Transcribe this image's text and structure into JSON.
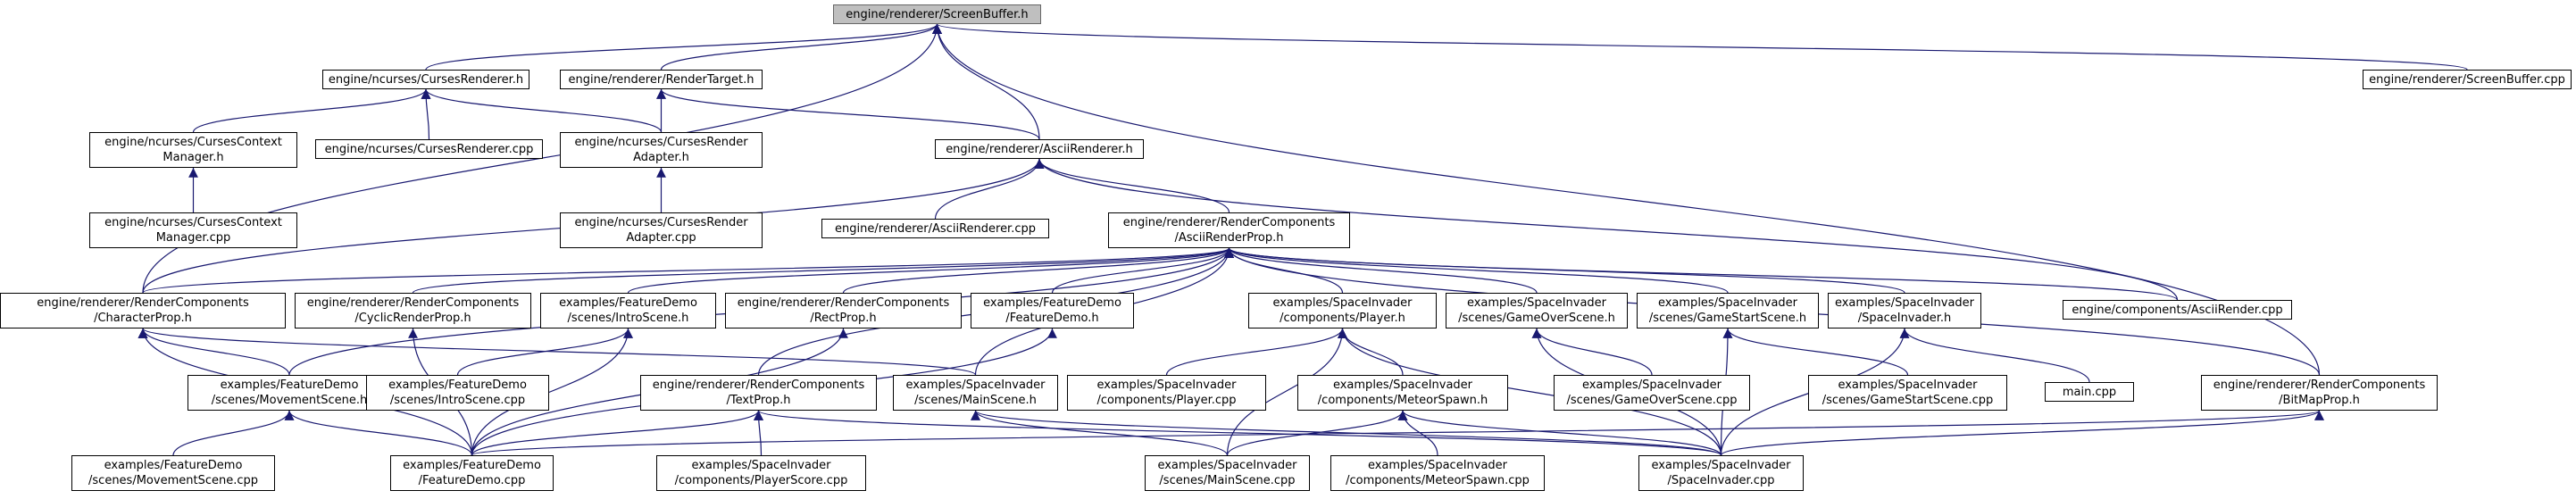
{
  "colors": {
    "edge": "#191970",
    "root_fill": "#bfbfbf",
    "border": "#000000"
  },
  "nodes": [
    {
      "id": "root",
      "lines": [
        "engine/renderer/ScreenBuffer.h"
      ]
    },
    {
      "id": "cursesRenderer",
      "lines": [
        "engine/ncurses/CursesRenderer.h"
      ]
    },
    {
      "id": "renderTarget",
      "lines": [
        "engine/renderer/RenderTarget.h"
      ]
    },
    {
      "id": "screenBufferCpp",
      "lines": [
        "engine/renderer/ScreenBuffer.cpp"
      ]
    },
    {
      "id": "cursesCtxMgr",
      "lines": [
        "engine/ncurses/CursesContext",
        "Manager.h"
      ]
    },
    {
      "id": "cursesRendererCpp",
      "lines": [
        "engine/ncurses/CursesRenderer.cpp"
      ]
    },
    {
      "id": "cursesRenderAdapter",
      "lines": [
        "engine/ncurses/CursesRender",
        "Adapter.h"
      ]
    },
    {
      "id": "asciiRenderer",
      "lines": [
        "engine/renderer/AsciiRenderer.h"
      ]
    },
    {
      "id": "cursesCtxMgrCpp",
      "lines": [
        "engine/ncurses/CursesContext",
        "Manager.cpp"
      ]
    },
    {
      "id": "cursesRenderAdapterCpp",
      "lines": [
        "engine/ncurses/CursesRender",
        "Adapter.cpp"
      ]
    },
    {
      "id": "asciiRendererCpp",
      "lines": [
        "engine/renderer/AsciiRenderer.cpp"
      ]
    },
    {
      "id": "asciiRenderProp",
      "lines": [
        "engine/renderer/RenderComponents",
        "/AsciiRenderProp.h"
      ]
    },
    {
      "id": "characterProp",
      "lines": [
        "engine/renderer/RenderComponents",
        "/CharacterProp.h"
      ]
    },
    {
      "id": "cyclicRenderProp",
      "lines": [
        "engine/renderer/RenderComponents",
        "/CyclicRenderProp.h"
      ]
    },
    {
      "id": "introSceneH",
      "lines": [
        "examples/FeatureDemo",
        "/scenes/IntroScene.h"
      ]
    },
    {
      "id": "rectProp",
      "lines": [
        "engine/renderer/RenderComponents",
        "/RectProp.h"
      ]
    },
    {
      "id": "featureDemoH",
      "lines": [
        "examples/FeatureDemo",
        "/FeatureDemo.h"
      ]
    },
    {
      "id": "playerH",
      "lines": [
        "examples/SpaceInvader",
        "/components/Player.h"
      ]
    },
    {
      "id": "gameOverSceneH",
      "lines": [
        "examples/SpaceInvader",
        "/scenes/GameOverScene.h"
      ]
    },
    {
      "id": "gameStartSceneH",
      "lines": [
        "examples/SpaceInvader",
        "/scenes/GameStartScene.h"
      ]
    },
    {
      "id": "spaceInvaderH",
      "lines": [
        "examples/SpaceInvader",
        "/SpaceInvader.h"
      ]
    },
    {
      "id": "asciiRenderCpp",
      "lines": [
        "engine/components/AsciiRender.cpp"
      ]
    },
    {
      "id": "movementSceneH",
      "lines": [
        "examples/FeatureDemo",
        "/scenes/MovementScene.h"
      ]
    },
    {
      "id": "introSceneCpp",
      "lines": [
        "examples/FeatureDemo",
        "/scenes/IntroScene.cpp"
      ]
    },
    {
      "id": "textProp",
      "lines": [
        "engine/renderer/RenderComponents",
        "/TextProp.h"
      ]
    },
    {
      "id": "mainSceneH",
      "lines": [
        "examples/SpaceInvader",
        "/scenes/MainScene.h"
      ]
    },
    {
      "id": "playerCpp",
      "lines": [
        "examples/SpaceInvader",
        "/components/Player.cpp"
      ]
    },
    {
      "id": "meteorSpawnH",
      "lines": [
        "examples/SpaceInvader",
        "/components/MeteorSpawn.h"
      ]
    },
    {
      "id": "gameOverSceneCpp",
      "lines": [
        "examples/SpaceInvader",
        "/scenes/GameOverScene.cpp"
      ]
    },
    {
      "id": "gameStartSceneCpp",
      "lines": [
        "examples/SpaceInvader",
        "/scenes/GameStartScene.cpp"
      ]
    },
    {
      "id": "mainCpp",
      "lines": [
        "main.cpp"
      ]
    },
    {
      "id": "bitMapProp",
      "lines": [
        "engine/renderer/RenderComponents",
        "/BitMapProp.h"
      ]
    },
    {
      "id": "movementSceneCpp",
      "lines": [
        "examples/FeatureDemo",
        "/scenes/MovementScene.cpp"
      ]
    },
    {
      "id": "featureDemoCpp",
      "lines": [
        "examples/FeatureDemo",
        "/FeatureDemo.cpp"
      ]
    },
    {
      "id": "playerScoreCpp",
      "lines": [
        "examples/SpaceInvader",
        "/components/PlayerScore.cpp"
      ]
    },
    {
      "id": "mainSceneCpp",
      "lines": [
        "examples/SpaceInvader",
        "/scenes/MainScene.cpp"
      ]
    },
    {
      "id": "meteorSpawnCpp",
      "lines": [
        "examples/SpaceInvader",
        "/components/MeteorSpawn.cpp"
      ]
    },
    {
      "id": "spaceInvaderCpp",
      "lines": [
        "examples/SpaceInvader",
        "/SpaceInvader.cpp"
      ]
    }
  ],
  "edges": [
    [
      "cursesRenderer",
      "root"
    ],
    [
      "renderTarget",
      "root"
    ],
    [
      "screenBufferCpp",
      "root"
    ],
    [
      "asciiRenderer",
      "root"
    ],
    [
      "characterProp",
      "root"
    ],
    [
      "bitMapProp",
      "root"
    ],
    [
      "cursesCtxMgr",
      "cursesRenderer"
    ],
    [
      "cursesRendererCpp",
      "cursesRenderer"
    ],
    [
      "cursesRenderAdapter",
      "cursesRenderer"
    ],
    [
      "cursesRenderAdapter",
      "renderTarget"
    ],
    [
      "asciiRenderer",
      "renderTarget"
    ],
    [
      "cursesCtxMgrCpp",
      "cursesCtxMgr"
    ],
    [
      "cursesRenderAdapterCpp",
      "cursesRenderAdapter"
    ],
    [
      "asciiRendererCpp",
      "asciiRenderer"
    ],
    [
      "asciiRenderProp",
      "asciiRenderer"
    ],
    [
      "characterProp",
      "asciiRenderer"
    ],
    [
      "asciiRenderCpp",
      "asciiRenderer"
    ],
    [
      "characterProp",
      "asciiRenderProp"
    ],
    [
      "cyclicRenderProp",
      "asciiRenderProp"
    ],
    [
      "introSceneH",
      "asciiRenderProp"
    ],
    [
      "rectProp",
      "asciiRenderProp"
    ],
    [
      "featureDemoH",
      "asciiRenderProp"
    ],
    [
      "playerH",
      "asciiRenderProp"
    ],
    [
      "gameOverSceneH",
      "asciiRenderProp"
    ],
    [
      "gameStartSceneH",
      "asciiRenderProp"
    ],
    [
      "spaceInvaderH",
      "asciiRenderProp"
    ],
    [
      "asciiRenderCpp",
      "asciiRenderProp"
    ],
    [
      "movementSceneH",
      "asciiRenderProp"
    ],
    [
      "textProp",
      "asciiRenderProp"
    ],
    [
      "mainSceneH",
      "asciiRenderProp"
    ],
    [
      "bitMapProp",
      "asciiRenderProp"
    ],
    [
      "movementSceneH",
      "characterProp"
    ],
    [
      "featureDemoCpp",
      "characterProp"
    ],
    [
      "mainSceneH",
      "characterProp"
    ],
    [
      "featureDemoCpp",
      "cyclicRenderProp"
    ],
    [
      "introSceneCpp",
      "introSceneH"
    ],
    [
      "featureDemoCpp",
      "introSceneH"
    ],
    [
      "featureDemoCpp",
      "rectProp"
    ],
    [
      "featureDemoCpp",
      "featureDemoH"
    ],
    [
      "playerCpp",
      "playerH"
    ],
    [
      "meteorSpawnH",
      "playerH"
    ],
    [
      "mainSceneCpp",
      "playerH"
    ],
    [
      "spaceInvaderCpp",
      "playerH"
    ],
    [
      "gameOverSceneCpp",
      "gameOverSceneH"
    ],
    [
      "spaceInvaderCpp",
      "gameOverSceneH"
    ],
    [
      "gameStartSceneCpp",
      "gameStartSceneH"
    ],
    [
      "spaceInvaderCpp",
      "gameStartSceneH"
    ],
    [
      "mainCpp",
      "spaceInvaderH"
    ],
    [
      "spaceInvaderCpp",
      "spaceInvaderH"
    ],
    [
      "movementSceneCpp",
      "movementSceneH"
    ],
    [
      "featureDemoCpp",
      "movementSceneH"
    ],
    [
      "featureDemoCpp",
      "textProp"
    ],
    [
      "playerScoreCpp",
      "textProp"
    ],
    [
      "spaceInvaderCpp",
      "textProp"
    ],
    [
      "mainSceneCpp",
      "mainSceneH"
    ],
    [
      "spaceInvaderCpp",
      "mainSceneH"
    ],
    [
      "mainSceneCpp",
      "meteorSpawnH"
    ],
    [
      "meteorSpawnCpp",
      "meteorSpawnH"
    ],
    [
      "spaceInvaderCpp",
      "meteorSpawnH"
    ],
    [
      "featureDemoCpp",
      "bitMapProp"
    ],
    [
      "spaceInvaderCpp",
      "bitMapProp"
    ]
  ]
}
